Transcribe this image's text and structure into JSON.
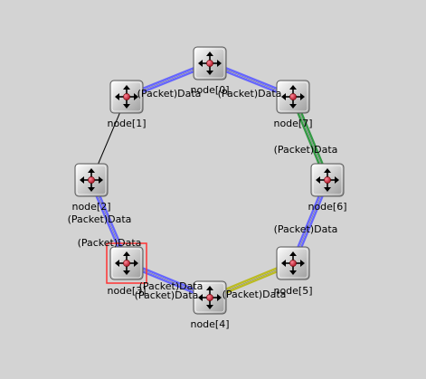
{
  "network": {
    "nodes": [
      {
        "id": "node0",
        "label": "node[0]",
        "selected": false
      },
      {
        "id": "node1",
        "label": "node[1]",
        "selected": false
      },
      {
        "id": "node2",
        "label": "node[2]",
        "selected": false
      },
      {
        "id": "node3",
        "label": "node[3]",
        "selected": true
      },
      {
        "id": "node4",
        "label": "node[4]",
        "selected": false
      },
      {
        "id": "node5",
        "label": "node[5]",
        "selected": false
      },
      {
        "id": "node6",
        "label": "node[6]",
        "selected": false
      },
      {
        "id": "node7",
        "label": "node[7]",
        "selected": false
      }
    ],
    "links": [
      {
        "from": "node0",
        "to": "node1",
        "color": "#6666ff",
        "active": true
      },
      {
        "from": "node0",
        "to": "node7",
        "color": "#6666ff",
        "active": true
      },
      {
        "from": "node1",
        "to": "node2",
        "color": "#000000",
        "active": false
      },
      {
        "from": "node2",
        "to": "node3",
        "color": "#6666ff",
        "active": true
      },
      {
        "from": "node3",
        "to": "node4",
        "color": "#6666ff",
        "active": true
      },
      {
        "from": "node4",
        "to": "node5",
        "color": "#bbbb22",
        "active": true
      },
      {
        "from": "node5",
        "to": "node6",
        "color": "#6666ff",
        "active": true
      },
      {
        "from": "node6",
        "to": "node7",
        "color": "#339944",
        "active": true
      }
    ],
    "packet_label": "(Packet)Data",
    "packets": [
      {
        "id": "pkt-node1-node0"
      },
      {
        "id": "pkt-node0-node7"
      },
      {
        "id": "pkt-node7-node6"
      },
      {
        "id": "pkt-node2-node3-a"
      },
      {
        "id": "pkt-node2-node3-b"
      },
      {
        "id": "pkt-node6-node5"
      },
      {
        "id": "pkt-node3-node4-a"
      },
      {
        "id": "pkt-node3-node4-b"
      },
      {
        "id": "pkt-node4-node5"
      }
    ],
    "colors": {
      "background": "#d3d3d3",
      "selection": "#ff3333",
      "icon_dot": "#cc2233"
    }
  }
}
